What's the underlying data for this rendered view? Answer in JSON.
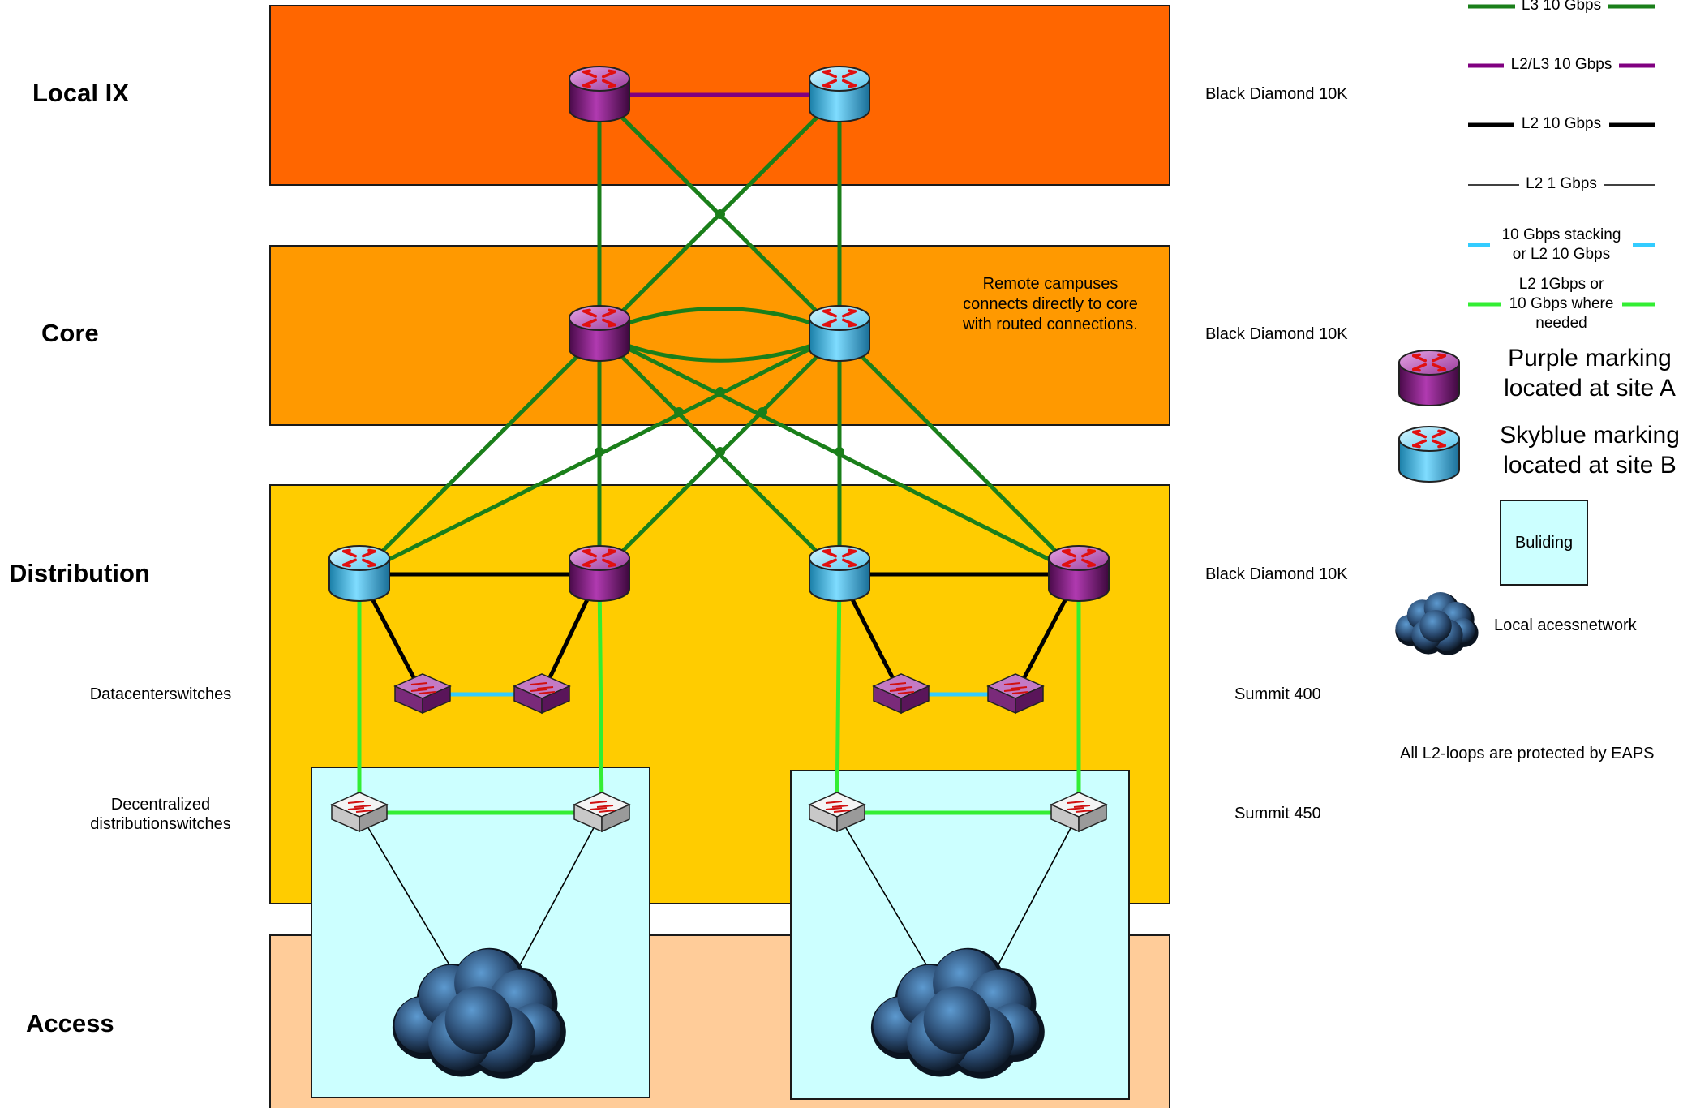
{
  "layers": {
    "local_ix": "Local IX",
    "core": "Core",
    "distribution": "Distribution",
    "access": "Access"
  },
  "sublayers": {
    "datacenter": "Datacenterswitches",
    "decentralized": "Decentralized\ndistributionswitches"
  },
  "models": {
    "local_ix": "Black Diamond 10K",
    "core": "Black Diamond 10K",
    "distribution": "Black Diamond 10K",
    "datacenter": "Summit 400",
    "decentralized": "Summit 450"
  },
  "note": "Remote campuses\nconnects directly to core\nwith routed connections.",
  "legend": {
    "l3": "L3 10 Gbps",
    "l2l3": "L2/L3 10 Gbps",
    "l2_10": "L2 10 Gbps",
    "l2_1": "L2 1 Gbps",
    "stacking": "10 Gbps stacking\nor L2 10 Gbps",
    "l2_1_or_10": "L2 1Gbps or\n10 Gbps where\nneeded",
    "purple": "Purple marking\nlocated at site A",
    "skyblue": "Skyblue marking\nlocated at site B",
    "building": "Buliding",
    "access_net": "Local acessnetwork",
    "eaps": "All L2-loops are protected by EAPS"
  },
  "colors": {
    "local_ix_band": "#ff6600",
    "core_band": "#ff9900",
    "distribution_band": "#ffcc00",
    "access_band": "#ffcc99",
    "building": "#ccffff",
    "l3": "#1a7f1a",
    "l2l3": "#800080",
    "l2_10": "#000000",
    "stacking": "#33ccff",
    "l2_1_or_10": "#33ee33",
    "purple_device": "#8b1a8b",
    "skyblue_device": "#4fc3e8"
  },
  "icons": {
    "router": "router-icon",
    "switch": "switch-icon",
    "cloud": "cloud-icon"
  }
}
